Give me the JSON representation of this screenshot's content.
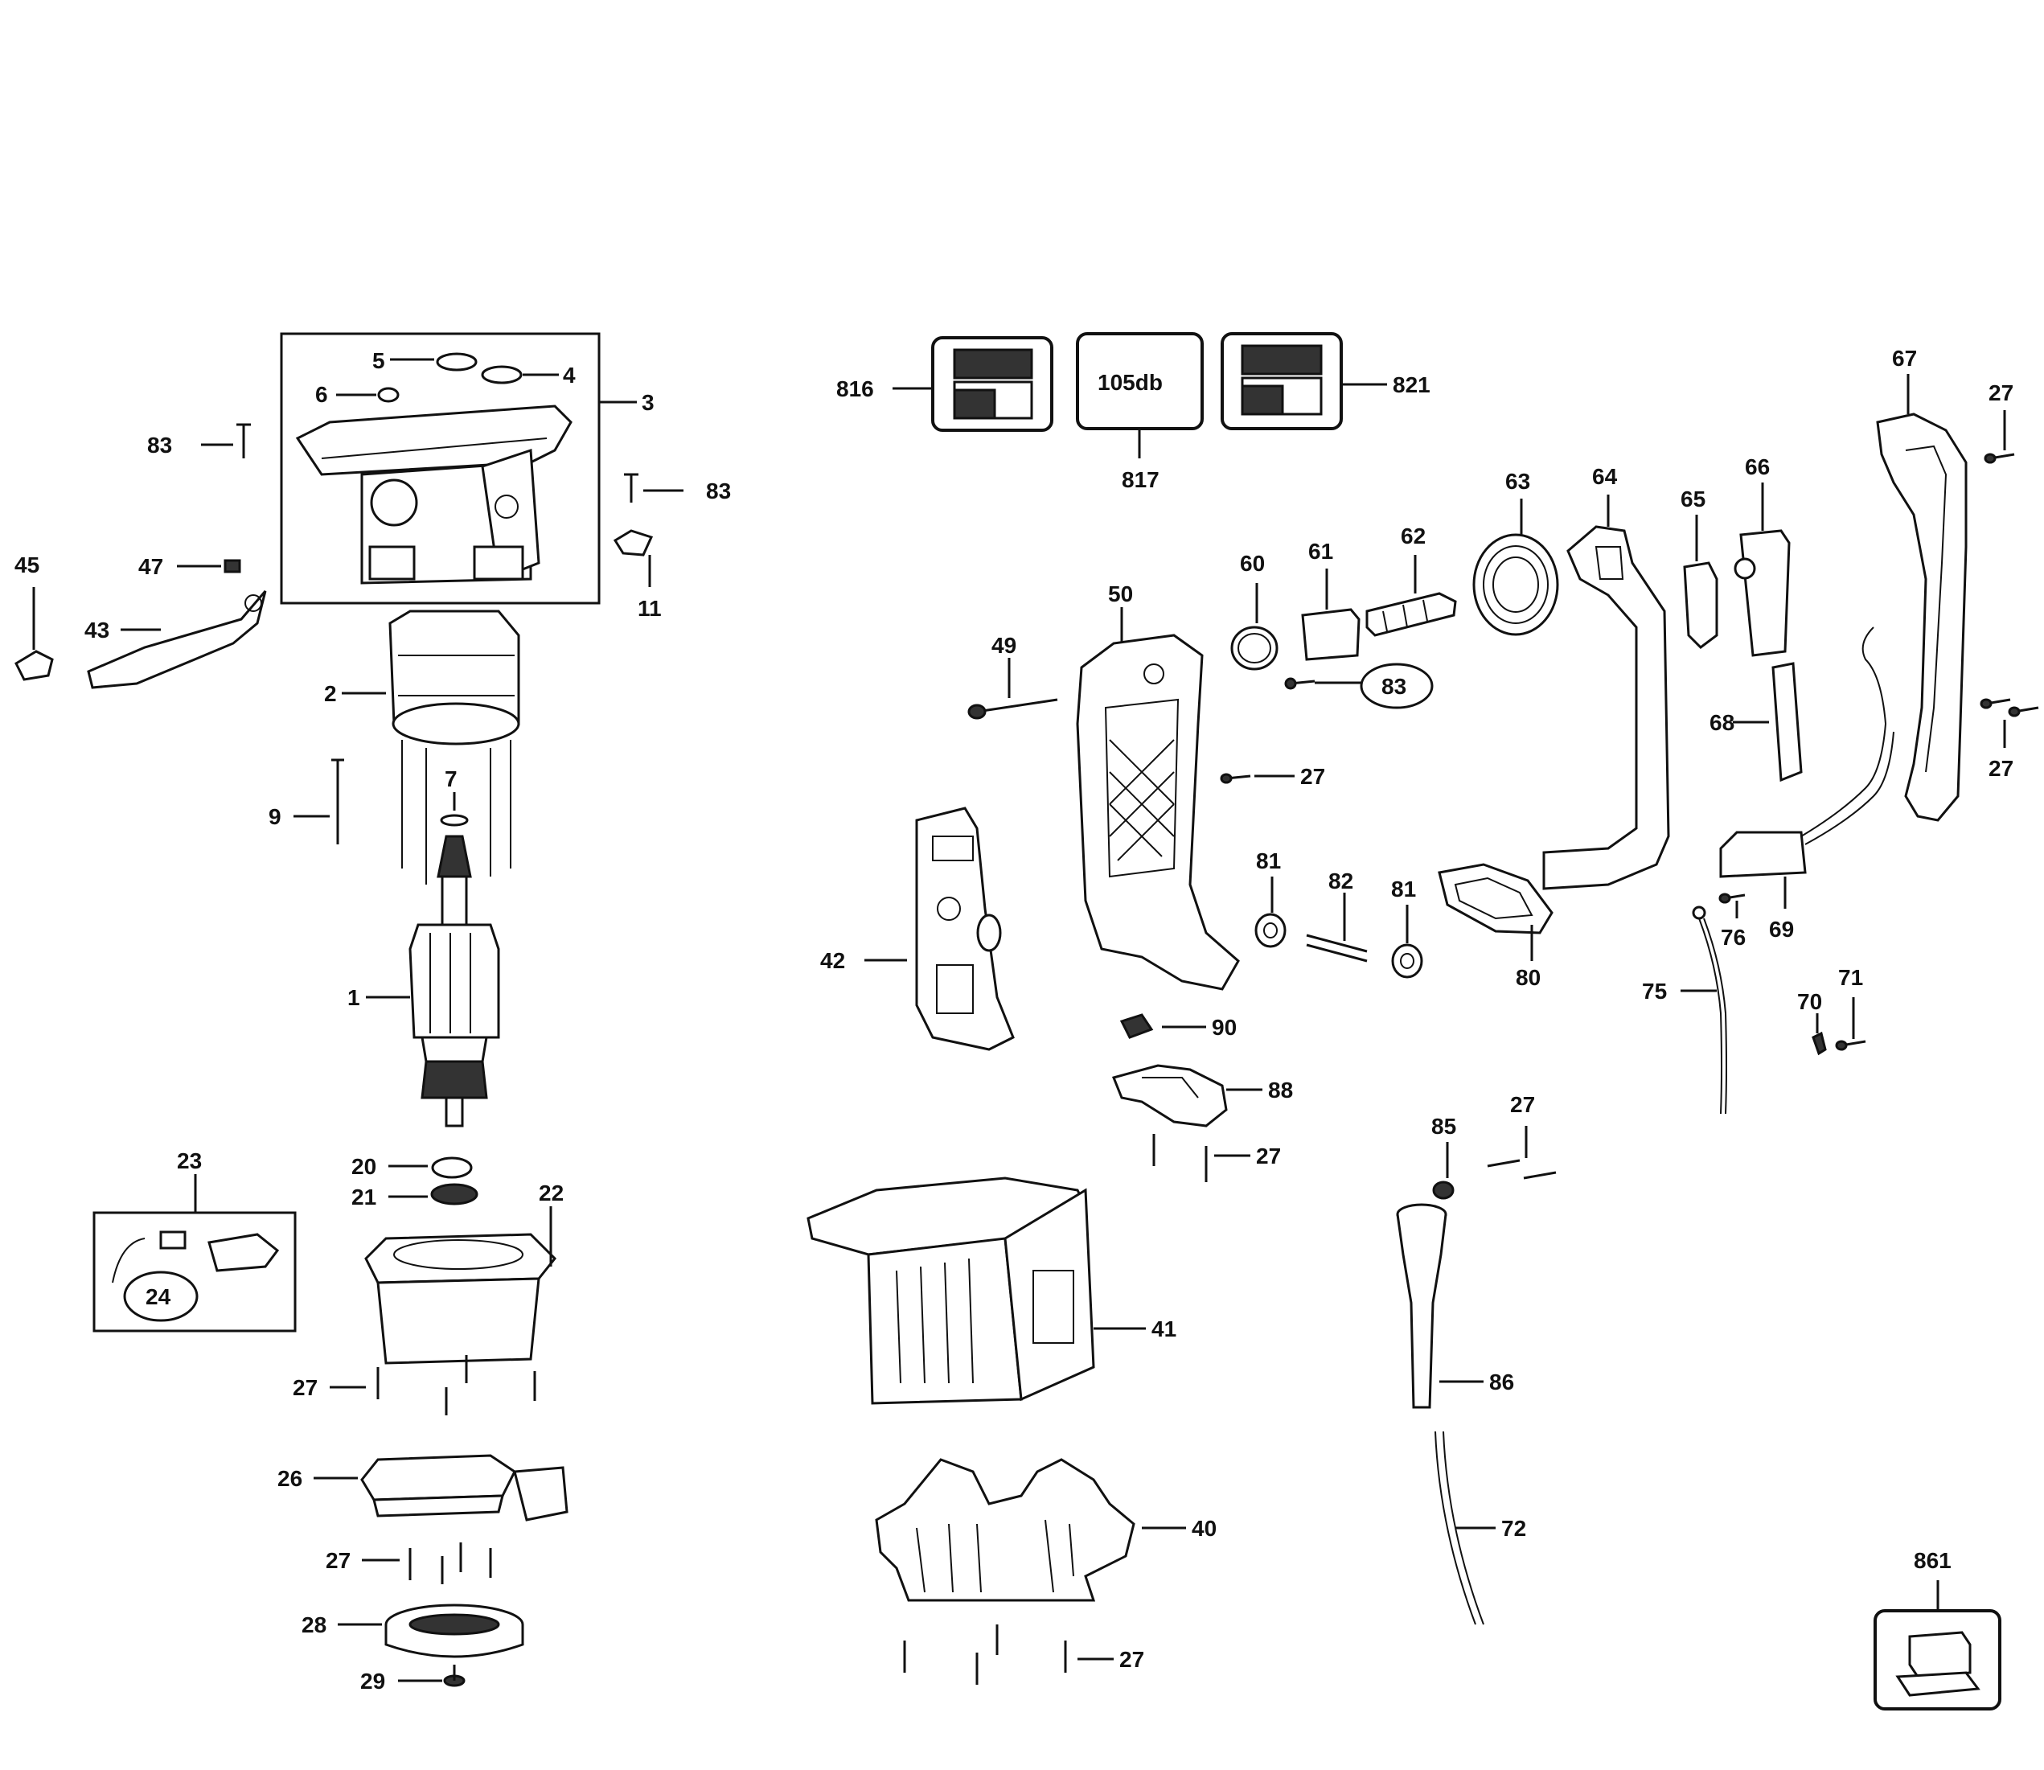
{
  "callouts": {
    "c1": "1",
    "c2": "2",
    "c3": "3",
    "c4": "4",
    "c5": "5",
    "c6": "6",
    "c7": "7",
    "c9": "9",
    "c11": "11",
    "c20": "20",
    "c21": "21",
    "c22": "22",
    "c23": "23",
    "c24": "24",
    "c26": "26",
    "c27": "27",
    "c28": "28",
    "c29": "29",
    "c40": "40",
    "c41": "41",
    "c42": "42",
    "c43": "43",
    "c45": "45",
    "c47": "47",
    "c49": "49",
    "c50": "50",
    "c60": "60",
    "c61": "61",
    "c62": "62",
    "c63": "63",
    "c64": "64",
    "c65": "65",
    "c66": "66",
    "c67": "67",
    "c68": "68",
    "c69": "69",
    "c70": "70",
    "c71": "71",
    "c72": "72",
    "c75": "75",
    "c76": "76",
    "c80": "80",
    "c81": "81",
    "c82": "82",
    "c83": "83",
    "c85": "85",
    "c86": "86",
    "c88": "88",
    "c90": "90",
    "c816": "816",
    "c817": "817",
    "c821": "821",
    "c861": "861"
  },
  "decal": {
    "noise_label": "105db"
  }
}
